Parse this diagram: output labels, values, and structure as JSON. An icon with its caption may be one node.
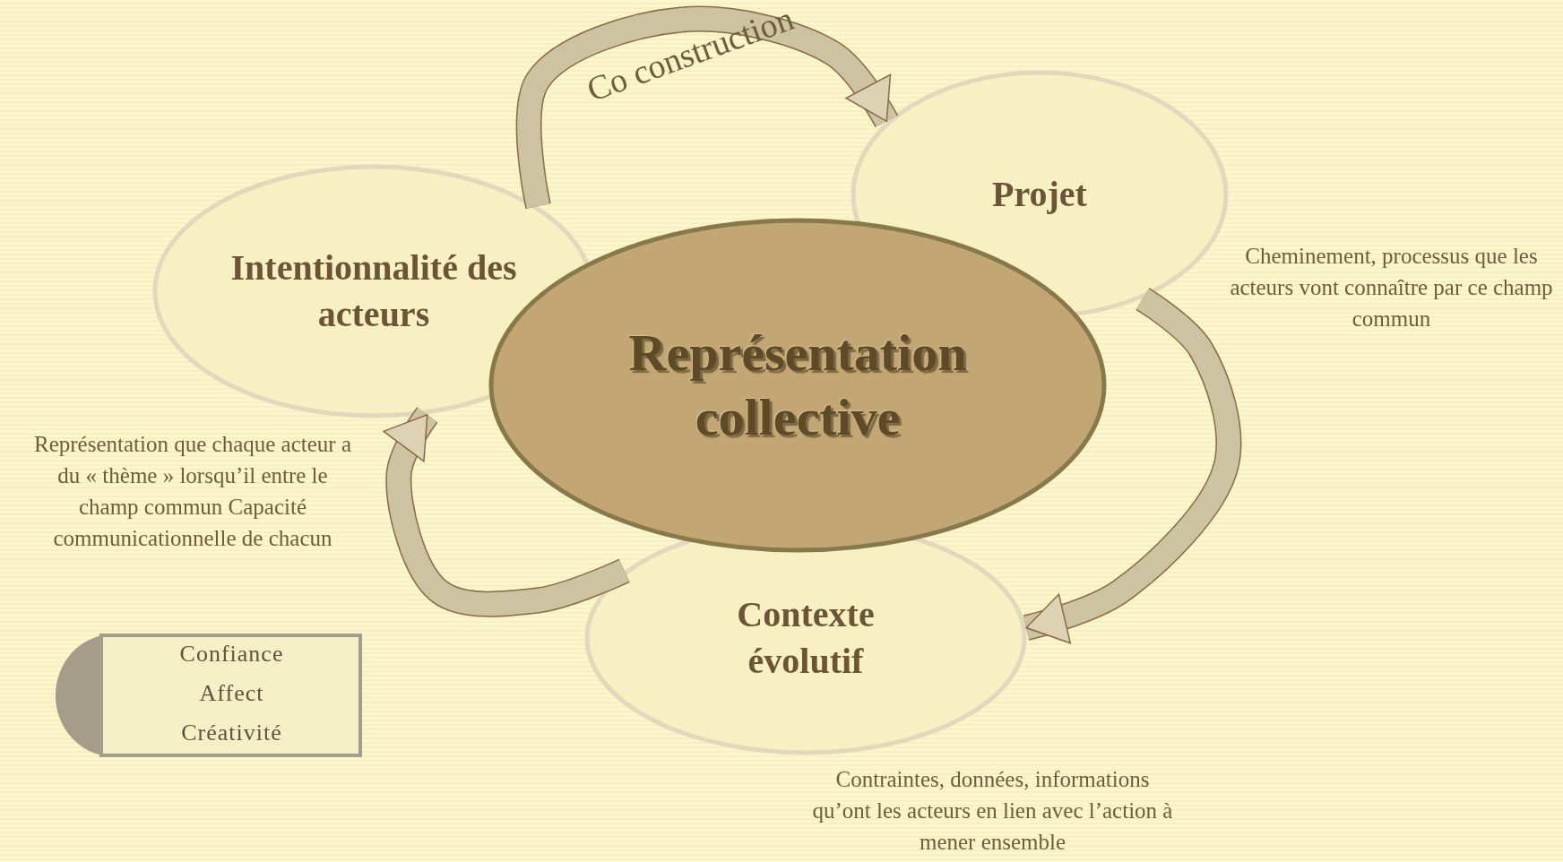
{
  "diagram": {
    "nodes": [
      {
        "text": [
          "Intentionnalité des acteurs"
        ],
        "beside": [
          "Représentation que chaque acteur a du « thème » lorsqu’il entre le champ commun Capacité communicationnelle de chacun"
        ]
      },
      {
        "text": [
          "Projet"
        ],
        "beside": [
          "Cheminement, processus que les acteurs vont connaître par ce champ commun"
        ]
      },
      {
        "text": [
          "Représentation collective"
        ]
      },
      {
        "text": [
          "Contexte évolutif"
        ],
        "beside": [
          "Contraintes, données, informations qu’ont les acteurs en lien avec l’action à mener ensemble"
        ]
      },
      {
        "text": [
          "Confiance",
          "Affect",
          "Créativité"
        ]
      }
    ],
    "edges": [
      {
        "from": 0,
        "to": 1,
        "arrow": "to",
        "label": "Co construction"
      },
      {
        "from": 1,
        "to": 3,
        "arrow": "to"
      },
      {
        "from": 3,
        "to": 0,
        "arrow": "to"
      }
    ]
  }
}
